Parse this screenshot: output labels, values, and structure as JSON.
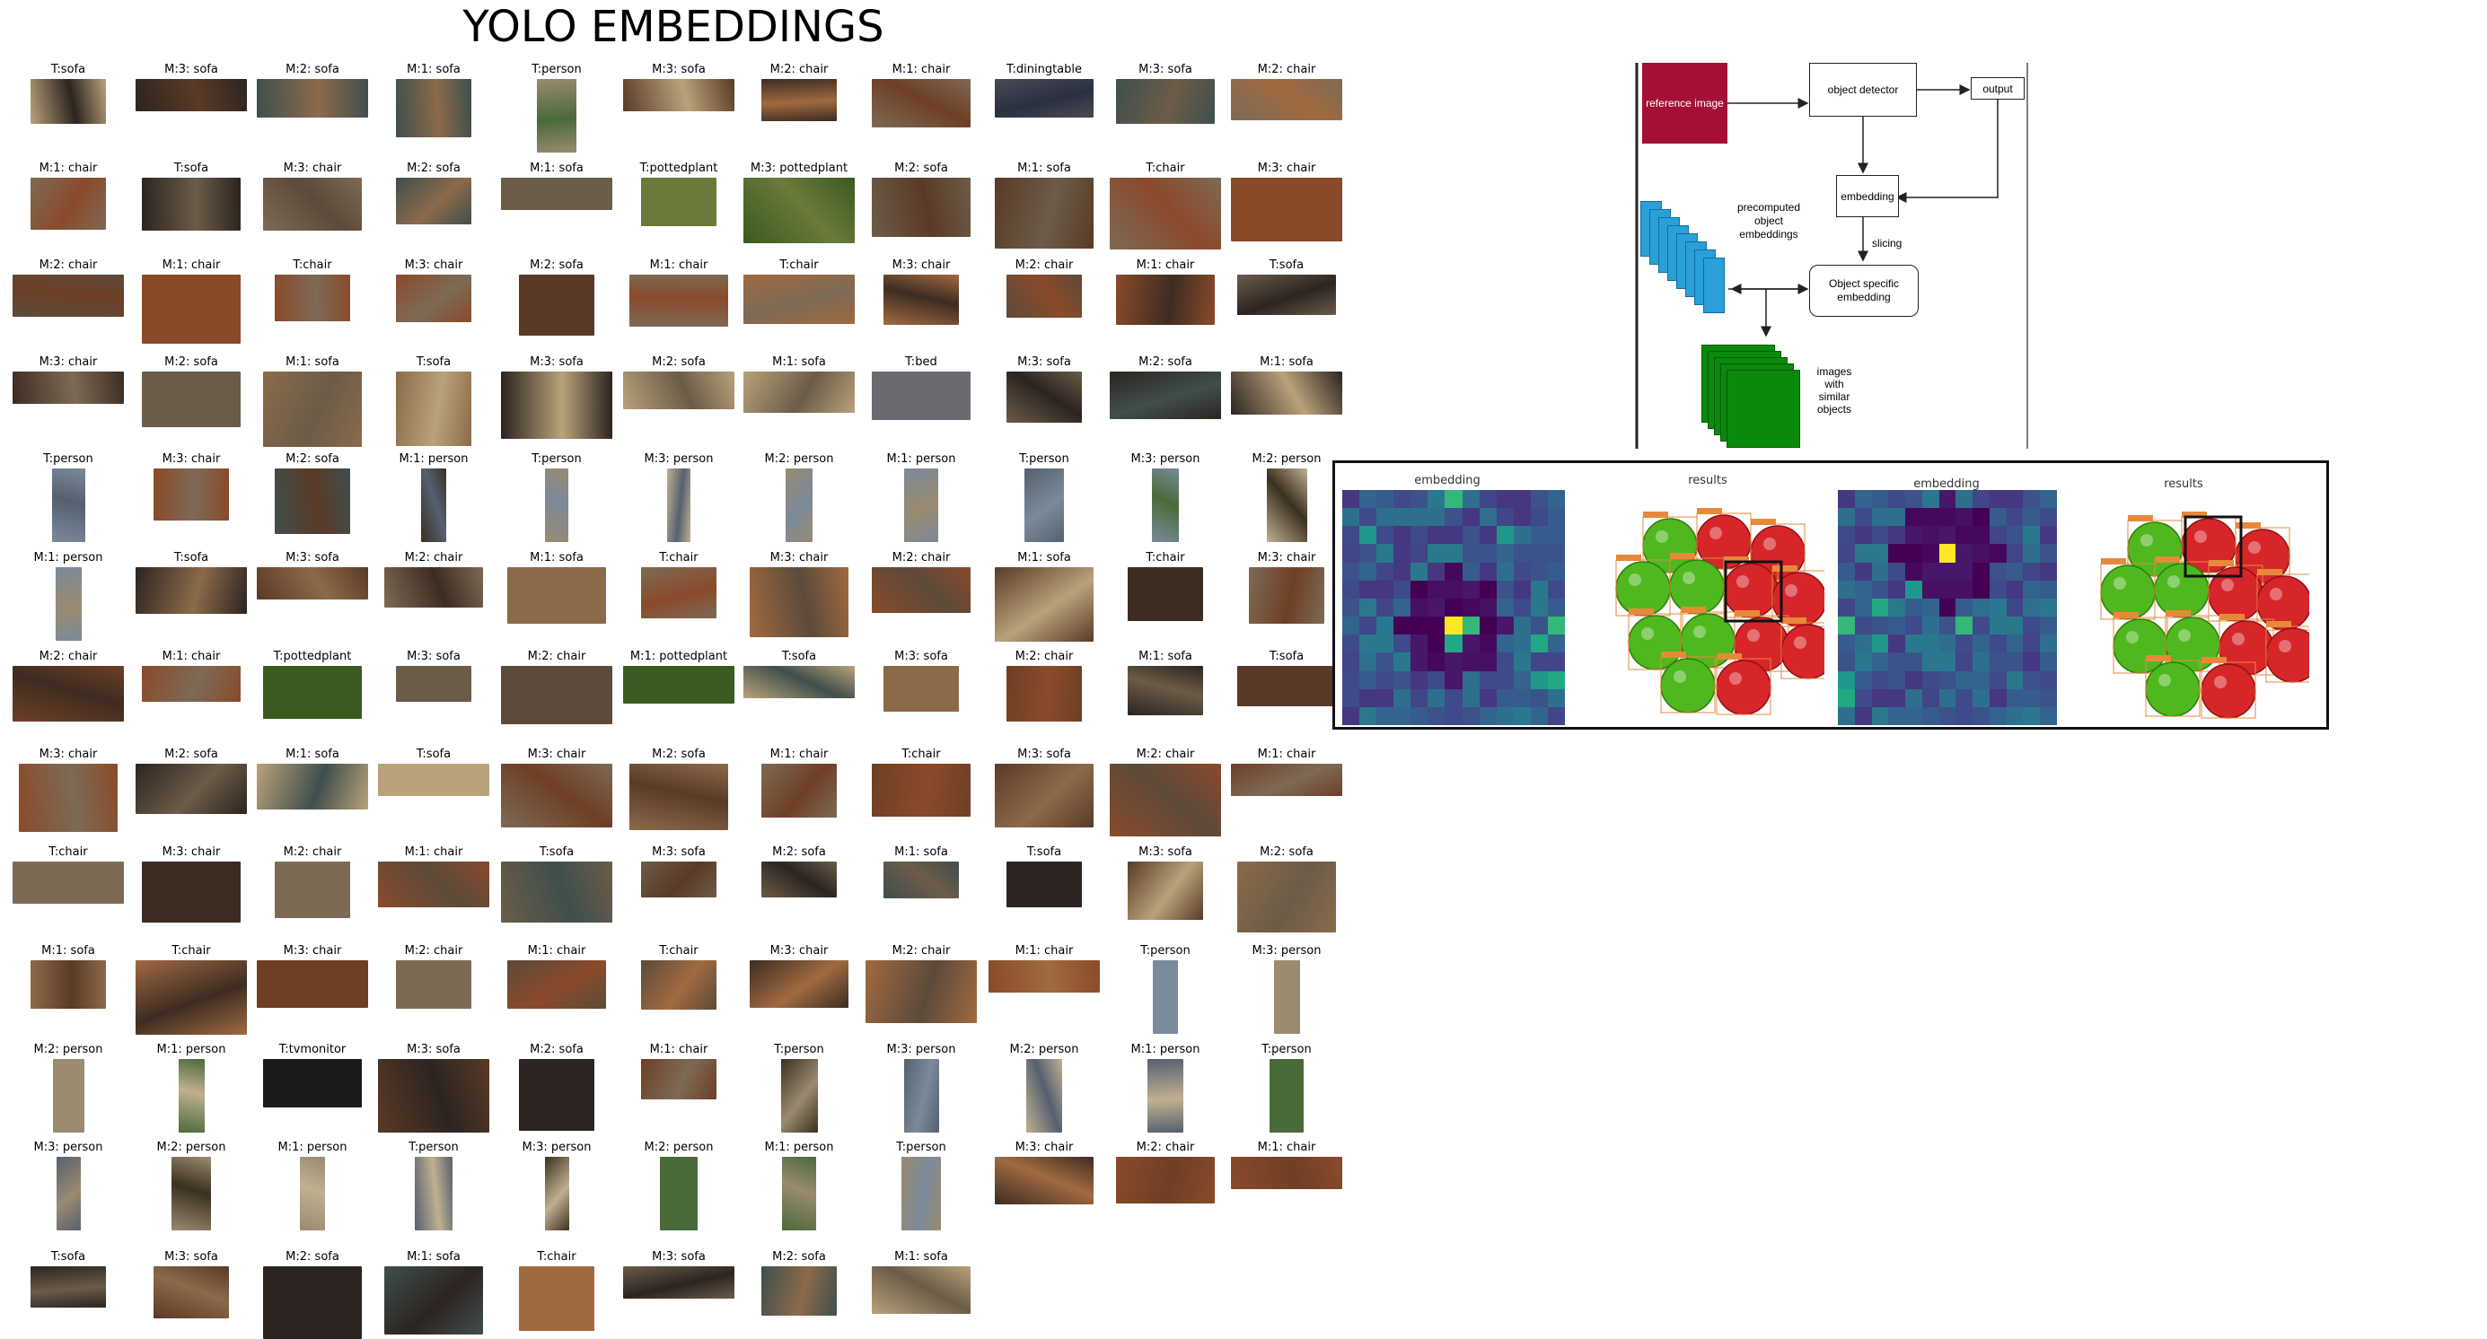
{
  "title": "YOLO EMBEDDINGS",
  "tile_grid": [
    [
      "T:sofa",
      "M:3: sofa",
      "M:2: sofa",
      "M:1: sofa",
      "T:person",
      "M:3: sofa",
      "M:2: chair",
      "M:1: chair",
      "T:diningtable",
      "M:3: sofa",
      "M:2: chair"
    ],
    [
      "M:1: chair",
      "T:sofa",
      "M:3: chair",
      "M:2: sofa",
      "M:1: sofa",
      "T:pottedplant",
      "M:3: pottedplant",
      "M:2: sofa",
      "M:1: sofa",
      "T:chair",
      "M:3: chair"
    ],
    [
      "M:2: chair",
      "M:1: chair",
      "T:chair",
      "M:3: chair",
      "M:2: sofa",
      "M:1: chair",
      "T:chair",
      "M:3: chair",
      "M:2: chair",
      "M:1: chair",
      "T:sofa"
    ],
    [
      "M:3: chair",
      "M:2: sofa",
      "M:1: sofa",
      "T:sofa",
      "M:3: sofa",
      "M:2: sofa",
      "M:1: sofa",
      "T:bed",
      "M:3: sofa",
      "M:2: sofa",
      "M:1: sofa"
    ],
    [
      "T:person",
      "M:3: chair",
      "M:2: sofa",
      "M:1: person",
      "T:person",
      "M:3: person",
      "M:2: person",
      "M:1: person",
      "T:person",
      "M:3: person",
      "M:2: person"
    ],
    [
      "M:1: person",
      "T:sofa",
      "M:3: sofa",
      "M:2: chair",
      "M:1: sofa",
      "T:chair",
      "M:3: chair",
      "M:2: chair",
      "M:1: sofa",
      "T:chair",
      "M:3: chair"
    ],
    [
      "M:2: chair",
      "M:1: chair",
      "T:pottedplant",
      "M:3: sofa",
      "M:2: chair",
      "M:1: pottedplant",
      "T:sofa",
      "M:3: sofa",
      "M:2: chair",
      "M:1: sofa",
      "T:sofa"
    ],
    [
      "M:3: chair",
      "M:2: sofa",
      "M:1: sofa",
      "T:sofa",
      "M:3: chair",
      "M:2: sofa",
      "M:1: chair",
      "T:chair",
      "M:3: sofa",
      "M:2: chair",
      "M:1: chair"
    ],
    [
      "T:chair",
      "M:3: chair",
      "M:2: chair",
      "M:1: chair",
      "T:sofa",
      "M:3: sofa",
      "M:2: sofa",
      "M:1: sofa",
      "T:sofa",
      "M:3: sofa",
      "M:2: sofa"
    ],
    [
      "M:1: sofa",
      "T:chair",
      "M:3: chair",
      "M:2: chair",
      "M:1: chair",
      "T:chair",
      "M:3: chair",
      "M:2: chair",
      "M:1: chair",
      "T:person",
      "M:3: person"
    ],
    [
      "M:2: person",
      "M:1: person",
      "T:tvmonitor",
      "M:3: sofa",
      "M:2: sofa",
      "M:1: chair",
      "T:person",
      "M:3: person",
      "M:2: person",
      "M:1: person",
      "T:person"
    ],
    [
      "M:3: person",
      "M:2: person",
      "M:1: person",
      "T:person",
      "M:3: person",
      "M:2: person",
      "M:1: person",
      "T:person",
      "M:3: chair",
      "M:2: chair",
      "M:1: chair"
    ],
    [
      "T:sofa",
      "M:3: sofa",
      "M:2: sofa",
      "M:1: sofa",
      "T:chair",
      "M:3: sofa",
      "M:2: sofa",
      "M:1: sofa"
    ]
  ],
  "flow": {
    "reference_image": "reference image",
    "object_detector": "object detector",
    "output": "output",
    "embedding": "embedding",
    "slicing": "slicing",
    "precomputed": [
      "precomputed",
      "object",
      "embeddings"
    ],
    "object_specific": [
      "Object specific",
      "embedding"
    ],
    "similar": [
      "images",
      "with",
      "similar",
      "objects"
    ],
    "colors": {
      "reference": "#a50f35",
      "precomputed": "#2a9fd8",
      "similar": "#0a8a0a"
    }
  },
  "panel": {
    "titles": [
      "embedding",
      "results",
      "embedding",
      "results"
    ]
  }
}
